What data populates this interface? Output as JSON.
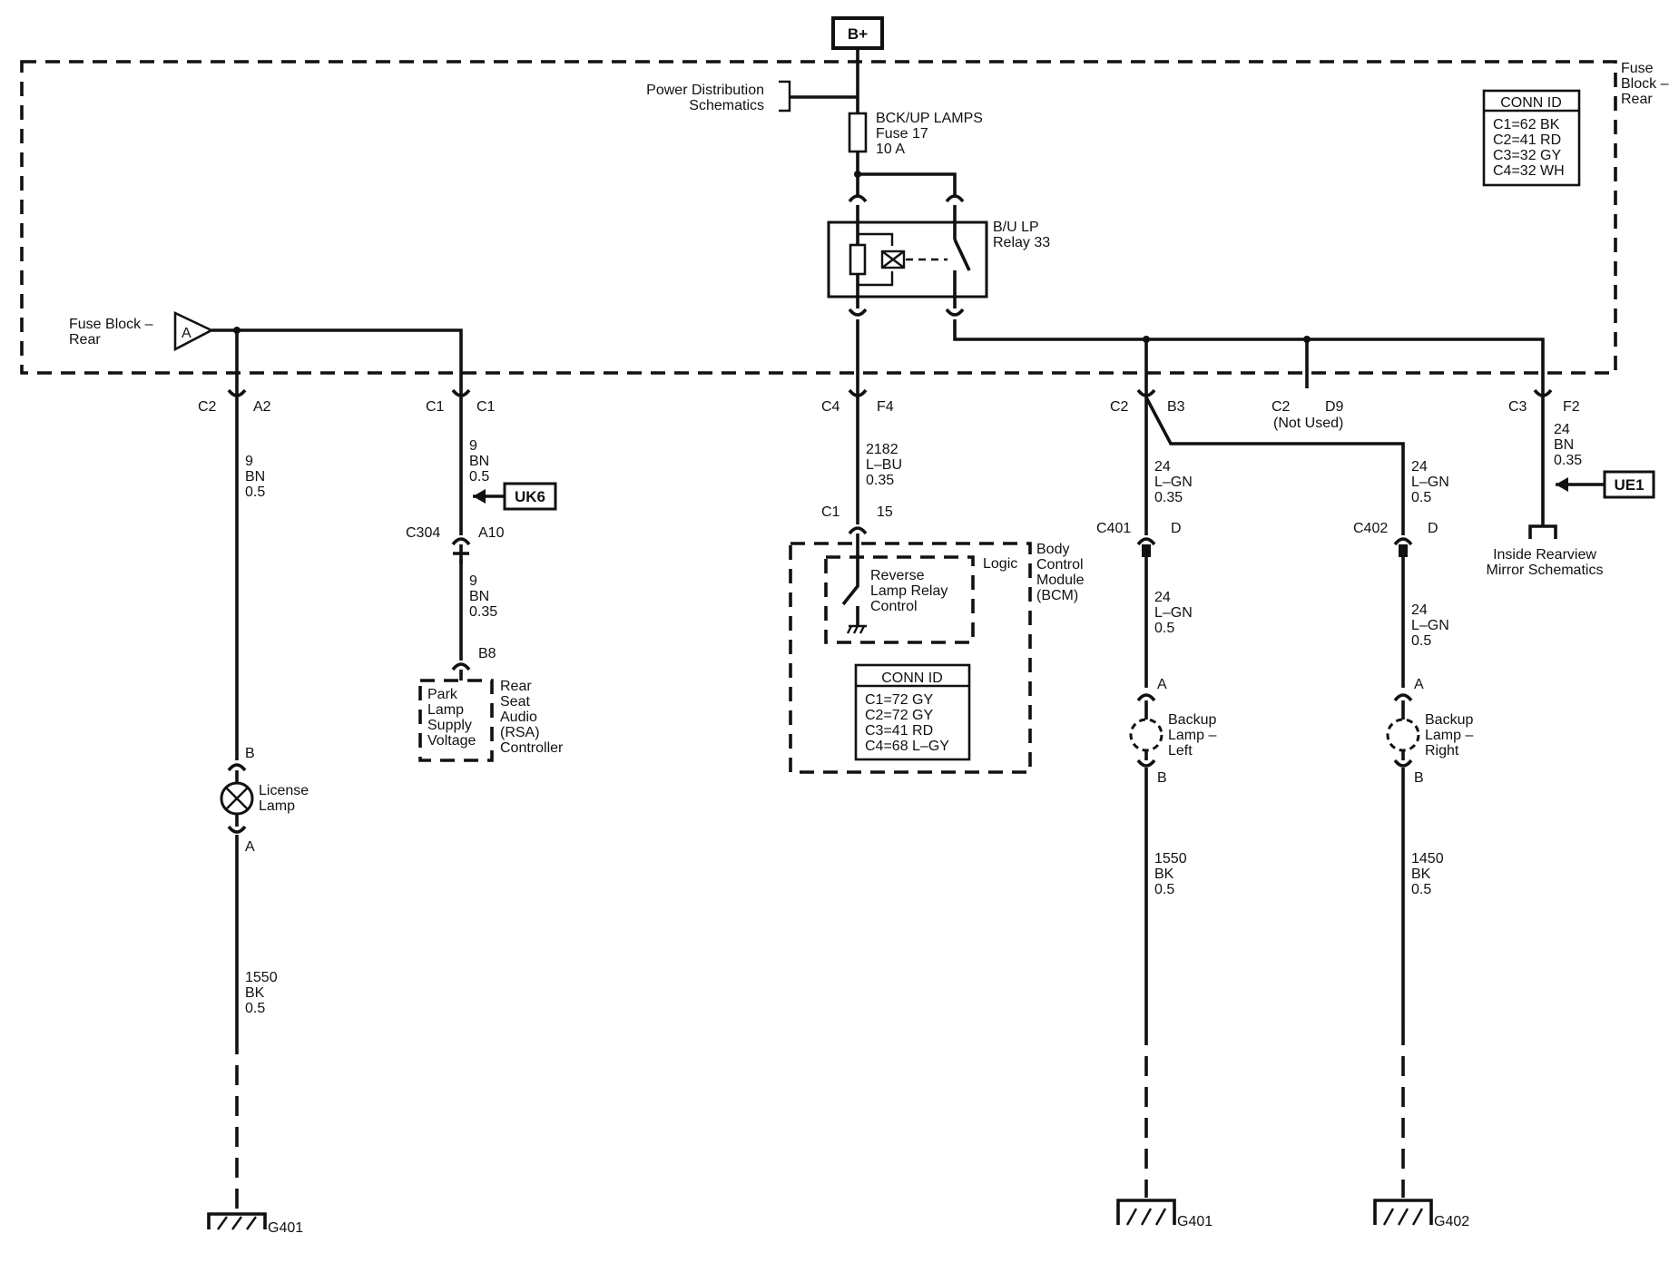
{
  "battery": "B+",
  "fuse_block": {
    "title_lines": [
      "Fuse",
      "Block –",
      "Rear"
    ]
  },
  "fuse_block_ref": {
    "lines": [
      "Fuse Block –",
      "Rear"
    ],
    "tag": "A"
  },
  "conn_id_fuse": {
    "header": "CONN ID",
    "rows": [
      "C1=62 BK",
      "C2=41 RD",
      "C3=32 GY",
      "C4=32 WH"
    ]
  },
  "power_distribution": {
    "lines": [
      "Power Distribution",
      "Schematics"
    ]
  },
  "fuse": {
    "lines": [
      "BCK/UP LAMPS",
      "Fuse 17",
      "10 A"
    ]
  },
  "relay": {
    "lines": [
      "B/U LP",
      "Relay 33"
    ]
  },
  "pins": {
    "c2_a2": {
      "conn": "C2",
      "pin": "A2"
    },
    "c1_c1": {
      "conn": "C1",
      "pin": "C1"
    },
    "c4_f4": {
      "conn": "C4",
      "pin": "F4"
    },
    "c2_b3": {
      "conn": "C2",
      "pin": "B3"
    },
    "c2_d9": {
      "conn": "C2",
      "pin": "D9",
      "note": "(Not Used)"
    },
    "c3_f2": {
      "conn": "C3",
      "pin": "F2"
    },
    "c304_a10": {
      "conn": "C304",
      "pin": "A10"
    },
    "b8": {
      "pin": "B8"
    },
    "c1_15": {
      "conn": "C1",
      "pin": "15"
    },
    "c401_d": {
      "conn": "C401",
      "pin": "D"
    },
    "c402_d": {
      "conn": "C402",
      "pin": "D"
    },
    "lic_b": "B",
    "lic_a": "A",
    "bl_left_a": "A",
    "bl_left_b": "B",
    "bl_right_a": "A",
    "bl_right_b": "B"
  },
  "wires": {
    "w_c2_a2": [
      "9",
      "BN",
      "0.5"
    ],
    "w_c1_top": [
      "9",
      "BN",
      "0.5"
    ],
    "w_c304": [
      "9",
      "BN",
      "0.35"
    ],
    "w_f4": [
      "2182",
      "L–BU",
      "0.35"
    ],
    "w_b3_left": [
      "24",
      "L–GN",
      "0.35"
    ],
    "w_b3_right": [
      "24",
      "L–GN",
      "0.5"
    ],
    "w_f2": [
      "24",
      "BN",
      "0.35"
    ],
    "w_c401": [
      "24",
      "L–GN",
      "0.5"
    ],
    "w_c402": [
      "24",
      "L–GN",
      "0.5"
    ],
    "w_lic_gnd": [
      "1550",
      "BK",
      "0.5"
    ],
    "w_left_gnd": [
      "1550",
      "BK",
      "0.5"
    ],
    "w_right_gnd": [
      "1450",
      "BK",
      "0.5"
    ]
  },
  "refs": {
    "uk6": "UK6",
    "ue1": "UE1"
  },
  "rsa": {
    "inner_lines": [
      "Park",
      "Lamp",
      "Supply",
      "Voltage"
    ],
    "outer_lines": [
      "Rear",
      "Seat",
      "Audio",
      "(RSA)",
      "Controller"
    ]
  },
  "bcm": {
    "logic": "Logic",
    "control_lines": [
      "Reverse",
      "Lamp Relay",
      "Control"
    ],
    "module_lines": [
      "Body",
      "Control",
      "Module",
      "(BCM)"
    ],
    "conn_id": {
      "header": "CONN ID",
      "rows": [
        "C1=72 GY",
        "C2=72 GY",
        "C3=41 RD",
        "C4=68 L–GY"
      ]
    }
  },
  "license_lamp": [
    "License",
    "Lamp"
  ],
  "backup_left": [
    "Backup",
    "Lamp –",
    "Left"
  ],
  "backup_right": [
    "Backup",
    "Lamp –",
    "Right"
  ],
  "inside_mirror": [
    "Inside Rearview",
    "Mirror Schematics"
  ],
  "grounds": {
    "g_license": "G401",
    "g_left": "G401",
    "g_right": "G402"
  }
}
